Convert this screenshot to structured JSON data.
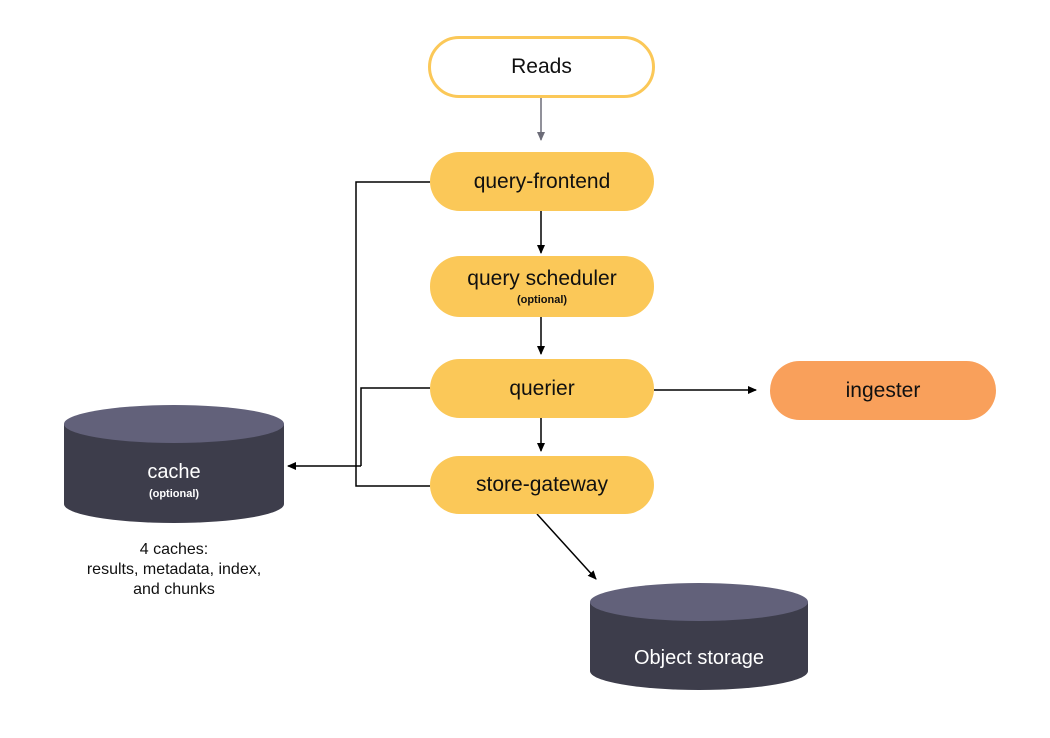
{
  "nodes": {
    "reads": {
      "label": "Reads"
    },
    "query_frontend": {
      "label": "query-frontend"
    },
    "query_scheduler": {
      "label": "query scheduler",
      "sub": "(optional)"
    },
    "querier": {
      "label": "querier"
    },
    "store_gateway": {
      "label": "store-gateway"
    },
    "ingester": {
      "label": "ingester"
    },
    "cache": {
      "label": "cache",
      "sub": "(optional)"
    },
    "object_storage": {
      "label": "Object storage"
    }
  },
  "cache_note": {
    "line1": "4 caches:",
    "line2": "results, metadata, index,",
    "line3": "and chunks"
  },
  "colors": {
    "component_fill": "#fbc858",
    "ingester_fill": "#f9a05b",
    "storage_body": "#3d3d4b",
    "storage_top": "#62617a",
    "arrow": "#000000",
    "arrow_soft": "#6c6c78"
  }
}
